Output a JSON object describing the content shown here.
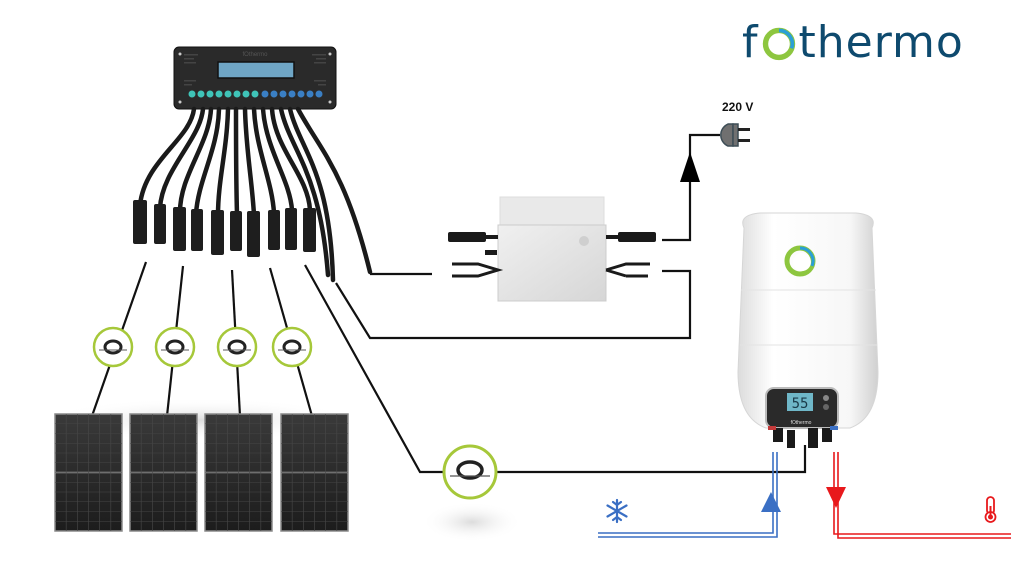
{
  "brand": {
    "logo_prefix": "f",
    "logo_suffix": "thermo",
    "primary_color": "#0e4a6e",
    "accent_green": "#8dc63f",
    "accent_blue": "#2a9fd6"
  },
  "labels": {
    "voltage": "220 V",
    "controller_brand": "fOthermo",
    "heater_brand": "fOthermo",
    "heater_display": "55"
  },
  "components": {
    "controller": "solar-controller-box",
    "inverter": "micro-inverter",
    "plug": "power-plug-icon",
    "heater": "electric-water-heater",
    "panels": [
      "solar-panel-1",
      "solar-panel-2",
      "solar-panel-3",
      "solar-panel-4"
    ],
    "cable_badges": [
      "cable-badge-1",
      "cable-badge-2",
      "cable-badge-3",
      "cable-badge-4",
      "cable-badge-5"
    ]
  },
  "flows": {
    "cold_water_color": "#3a6fc4",
    "hot_water_color": "#e8191c",
    "cold_icon": "snowflake-icon",
    "hot_icon": "thermometer-icon"
  },
  "controller_buttons": {
    "teal_count": 8,
    "blue_count": 7
  }
}
